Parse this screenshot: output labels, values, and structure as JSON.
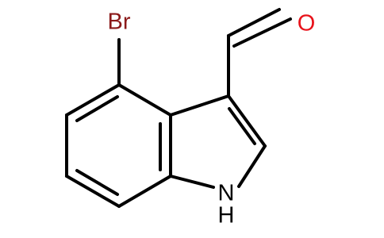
{
  "molecule": {
    "atoms": {
      "bromine": {
        "text": "Br",
        "color": "#8b1a1a"
      },
      "oxygen": {
        "text": "O",
        "color": "#e8121a"
      },
      "nitrogen": {
        "text": "N",
        "color": "#000000"
      },
      "hydrogen": {
        "text": "H",
        "color": "#000000"
      }
    }
  }
}
